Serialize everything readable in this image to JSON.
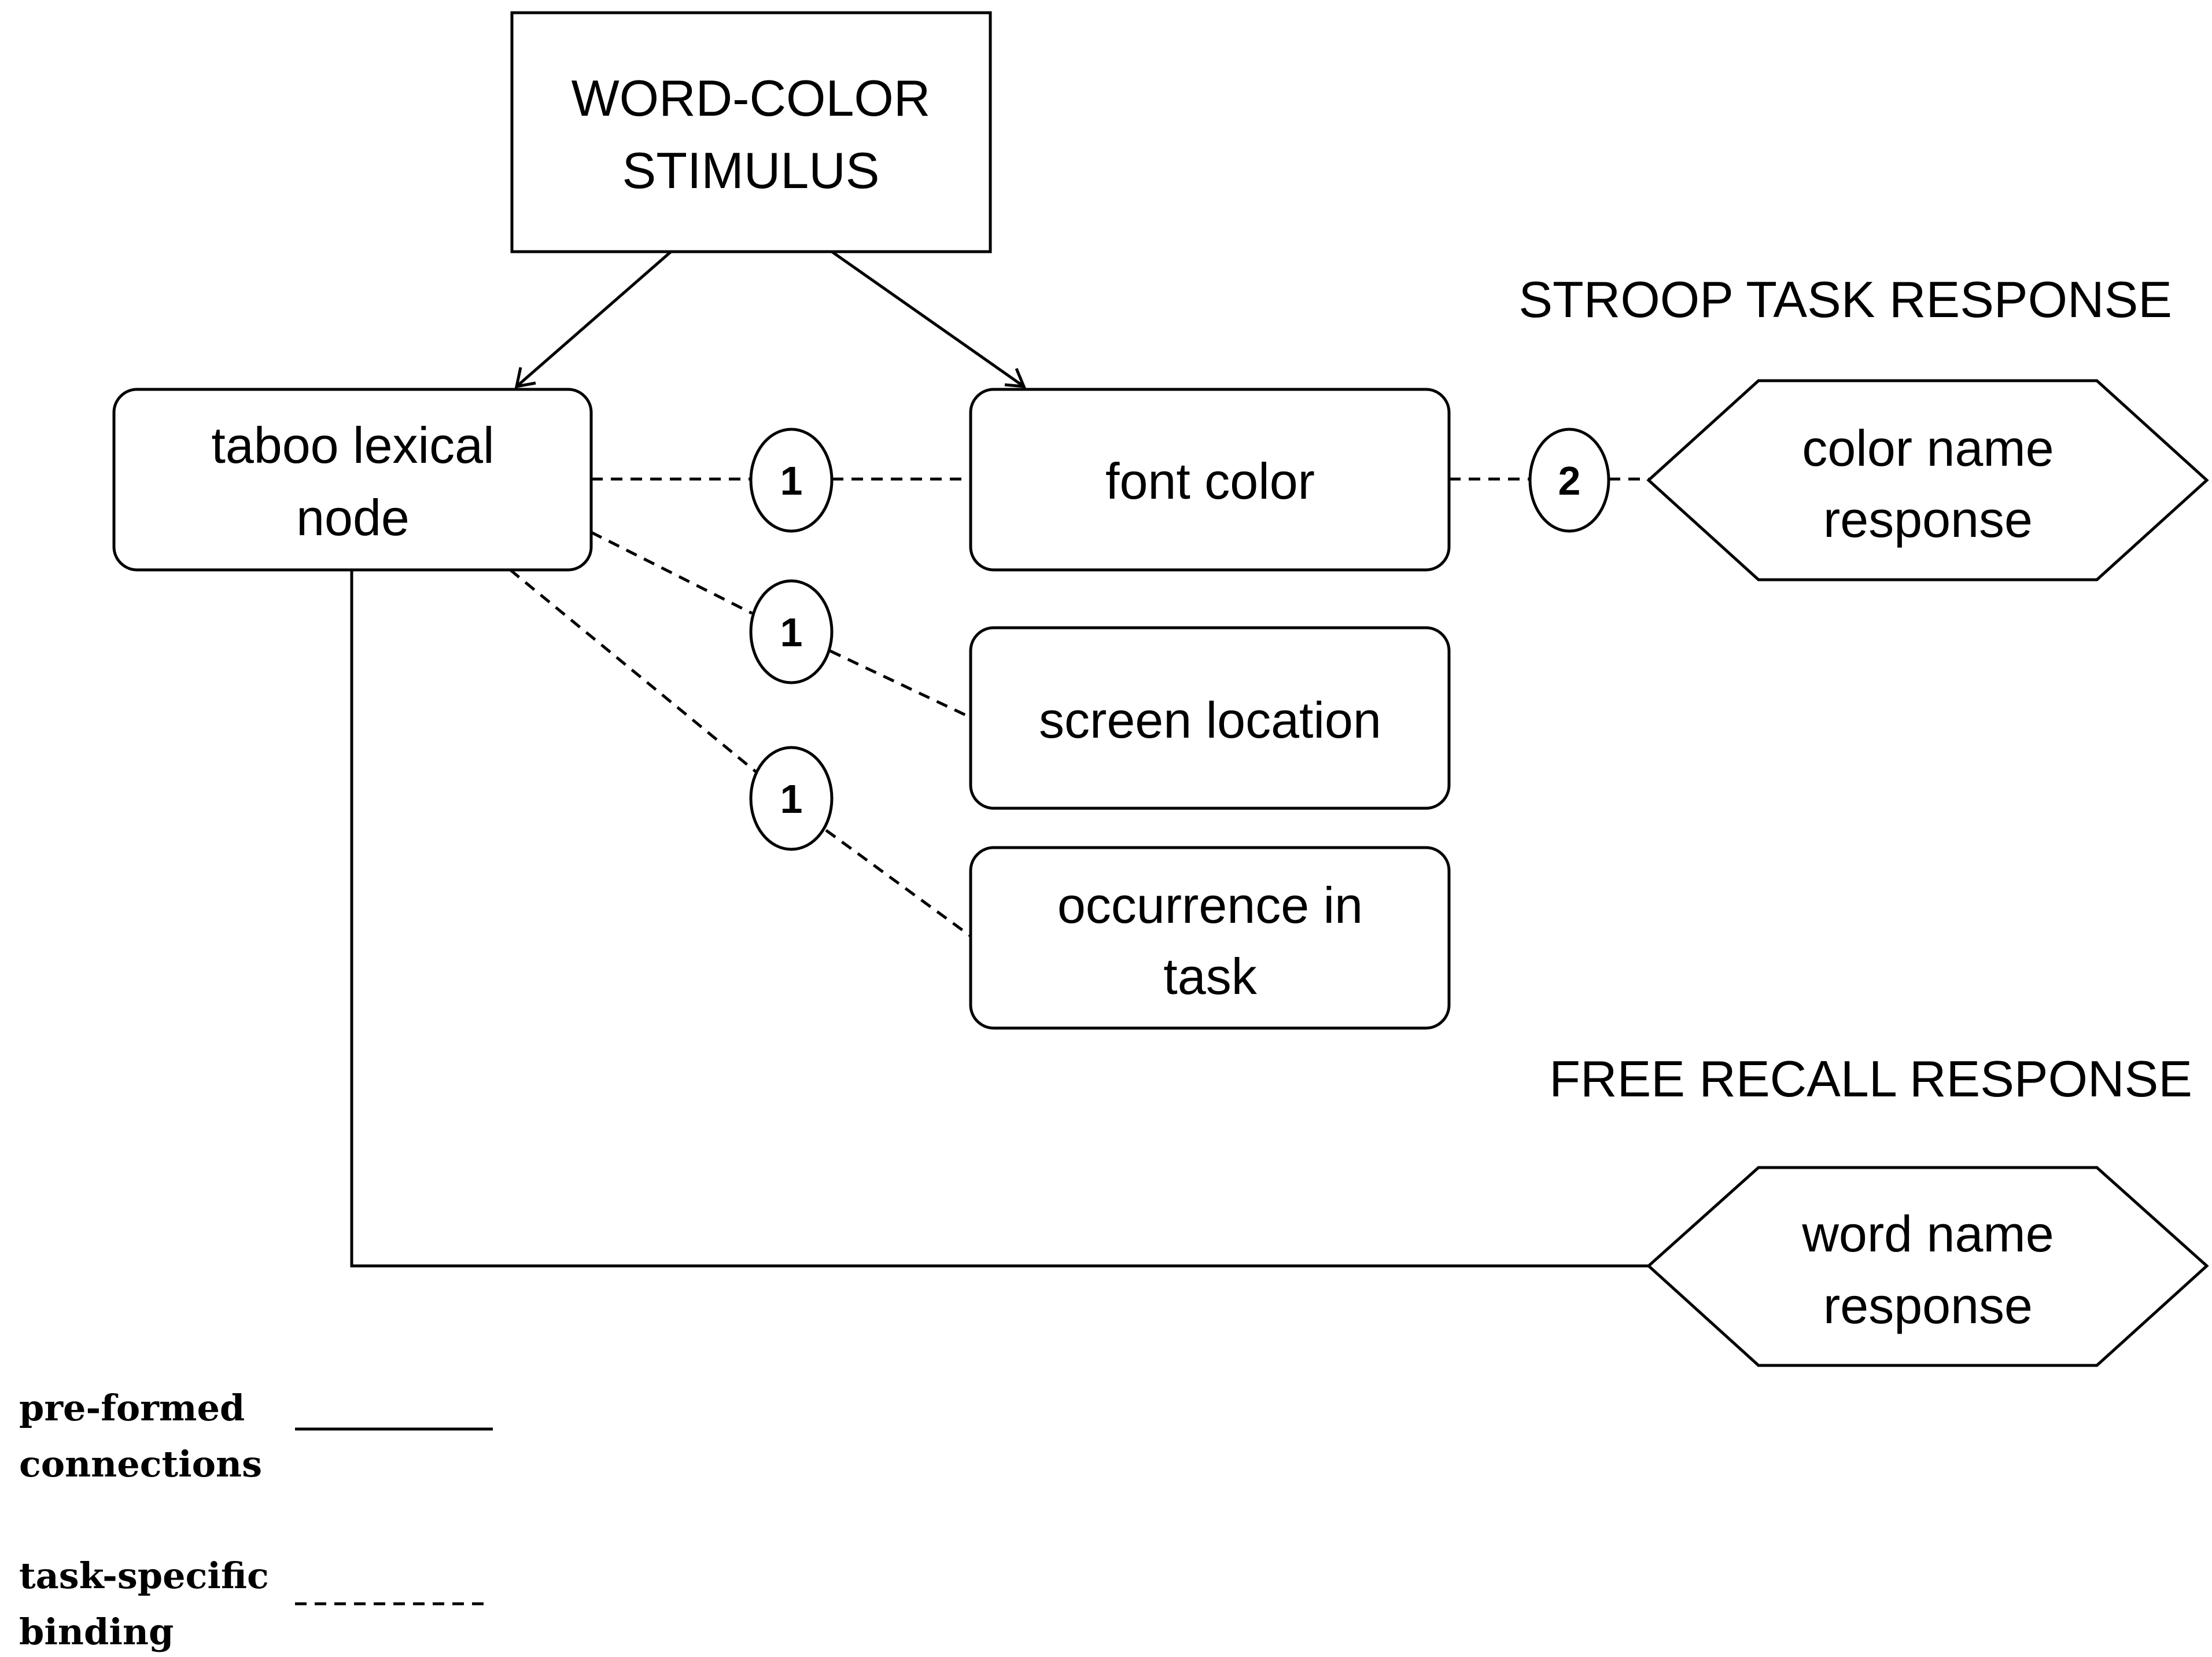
{
  "nodes": {
    "stimulus": [
      "WORD-COLOR",
      "STIMULUS"
    ],
    "taboo": [
      "taboo lexical",
      "node"
    ],
    "font_color": [
      "font color"
    ],
    "screen_location": [
      "screen location"
    ],
    "occurrence": [
      "occurrence in",
      "task"
    ],
    "color_response": [
      "color name",
      "response"
    ],
    "word_response": [
      "word name",
      "response"
    ]
  },
  "badges": {
    "b1_top": "1",
    "b1_mid": "1",
    "b1_low": "1",
    "b2": "2"
  },
  "headings": {
    "stroop": "STROOP TASK RESPONSE",
    "recall": "FREE RECALL RESPONSE"
  },
  "legend": {
    "preformed": [
      "pre-formed",
      "connections"
    ],
    "task_specific": [
      "task-specific",
      "binding"
    ]
  }
}
